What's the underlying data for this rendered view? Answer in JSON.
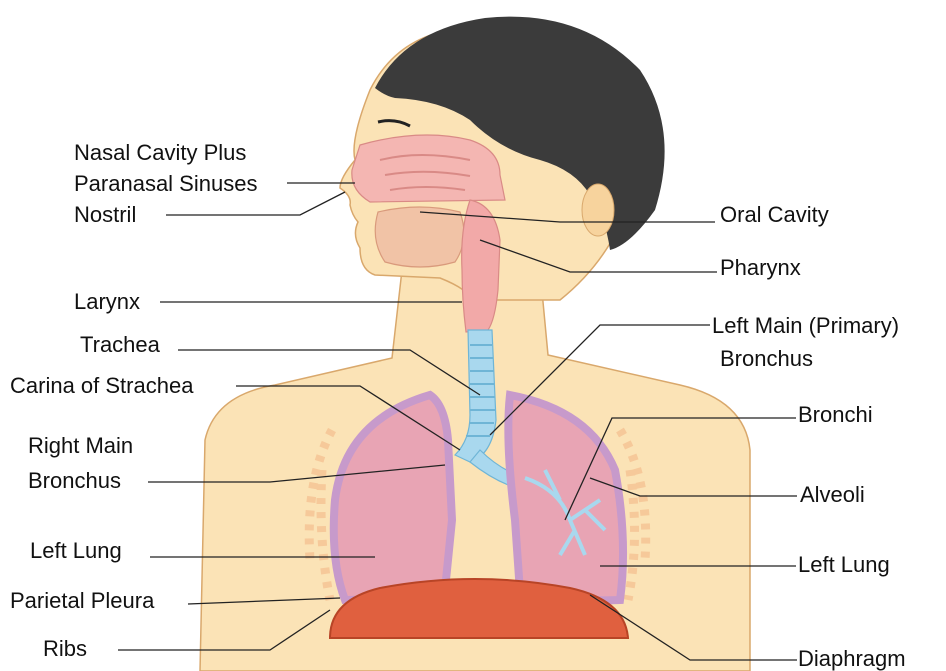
{
  "labels": {
    "nasal_line1": "Nasal Cavity Plus",
    "nasal_line2": "Paranasal Sinuses",
    "nostril": "Nostril",
    "larynx": "Larynx",
    "trachea": "Trachea",
    "carina": "Carina  of Strachea",
    "right_main_line1": "Right Main",
    "right_main_line2": "Bronchus",
    "left_lung_left": "Left Lung",
    "parietal_pleura": "Parietal Pleura",
    "ribs": "Ribs",
    "oral_cavity": "Oral Cavity",
    "pharynx": "Pharynx",
    "left_main_line1": "Left Main (Primary)",
    "left_main_line2": "Bronchus",
    "bronchi": "Bronchi",
    "alveoli": "Alveoli",
    "left_lung_right": "Left Lung",
    "diaphragm": "Diaphragm"
  },
  "colors": {
    "skin": "#fbe3b6",
    "hair": "#3b3b3b",
    "lung": "#e8a4b4",
    "pleura": "#c79acb",
    "trachea": "#a9d8ee",
    "diaphragm": "#e0603f",
    "airway": "#f0b3b0",
    "ribs": "#f6c99a"
  }
}
